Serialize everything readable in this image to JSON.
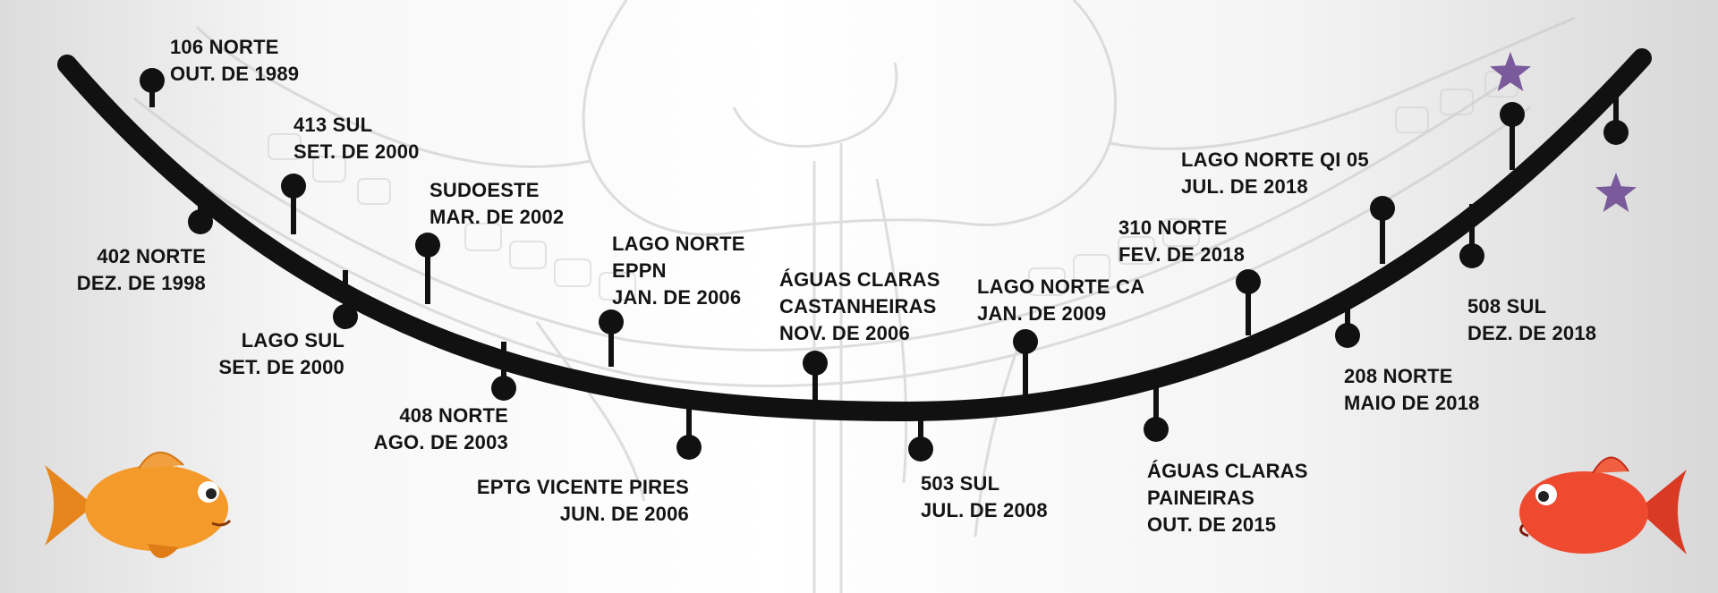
{
  "accent_colors": {
    "line": "#111111",
    "star": "#7a5a9a",
    "fish_left": "#f28a1c",
    "fish_right": "#e8432e"
  },
  "milestones": [
    {
      "id": "106-norte",
      "lines": [
        "106 NORTE",
        "OUT. DE 1989"
      ]
    },
    {
      "id": "402-norte",
      "lines": [
        "402  NORTE",
        "DEZ. DE 1998"
      ]
    },
    {
      "id": "413-sul",
      "lines": [
        "413 SUL",
        "SET. DE 2000"
      ]
    },
    {
      "id": "lago-sul",
      "lines": [
        "LAGO SUL",
        "SET. DE 2000"
      ]
    },
    {
      "id": "sudoeste",
      "lines": [
        "SUDOESTE",
        "MAR. DE 2002"
      ]
    },
    {
      "id": "408-norte",
      "lines": [
        "408 NORTE",
        "AGO. DE 2003"
      ]
    },
    {
      "id": "lago-norte-eppn",
      "lines": [
        "LAGO NORTE",
        "EPPN",
        "JAN. DE 2006"
      ]
    },
    {
      "id": "eptg-vicente-pires",
      "lines": [
        "EPTG VICENTE PIRES",
        "JUN. DE 2006"
      ]
    },
    {
      "id": "aguas-claras-castanheiras",
      "lines": [
        "ÁGUAS CLARAS",
        "CASTANHEIRAS",
        "NOV. DE 2006"
      ]
    },
    {
      "id": "503-sul",
      "lines": [
        "503 SUL",
        "JUL. DE 2008"
      ]
    },
    {
      "id": "lago-norte-ca",
      "lines": [
        "LAGO NORTE CA",
        "JAN. DE 2009"
      ]
    },
    {
      "id": "aguas-claras-paineiras",
      "lines": [
        "ÁGUAS CLARAS",
        "PAINEIRAS",
        "OUT. DE 2015"
      ]
    },
    {
      "id": "310-norte",
      "lines": [
        "310 NORTE",
        "FEV. DE 2018"
      ]
    },
    {
      "id": "208-norte",
      "lines": [
        "208 NORTE",
        "MAIO DE 2018"
      ]
    },
    {
      "id": "lago-norte-qi-05",
      "lines": [
        "LAGO NORTE QI 05",
        "JUL. DE 2018"
      ]
    },
    {
      "id": "508-sul",
      "lines": [
        "508 SUL",
        "DEZ. DE 2018"
      ]
    },
    {
      "id": "future-1",
      "lines": []
    },
    {
      "id": "future-2",
      "lines": []
    }
  ],
  "future_markers": {
    "icon": "star-icon",
    "count": 2
  },
  "decorations": {
    "left": "goldfish-icon",
    "right": "red-fish-icon"
  }
}
